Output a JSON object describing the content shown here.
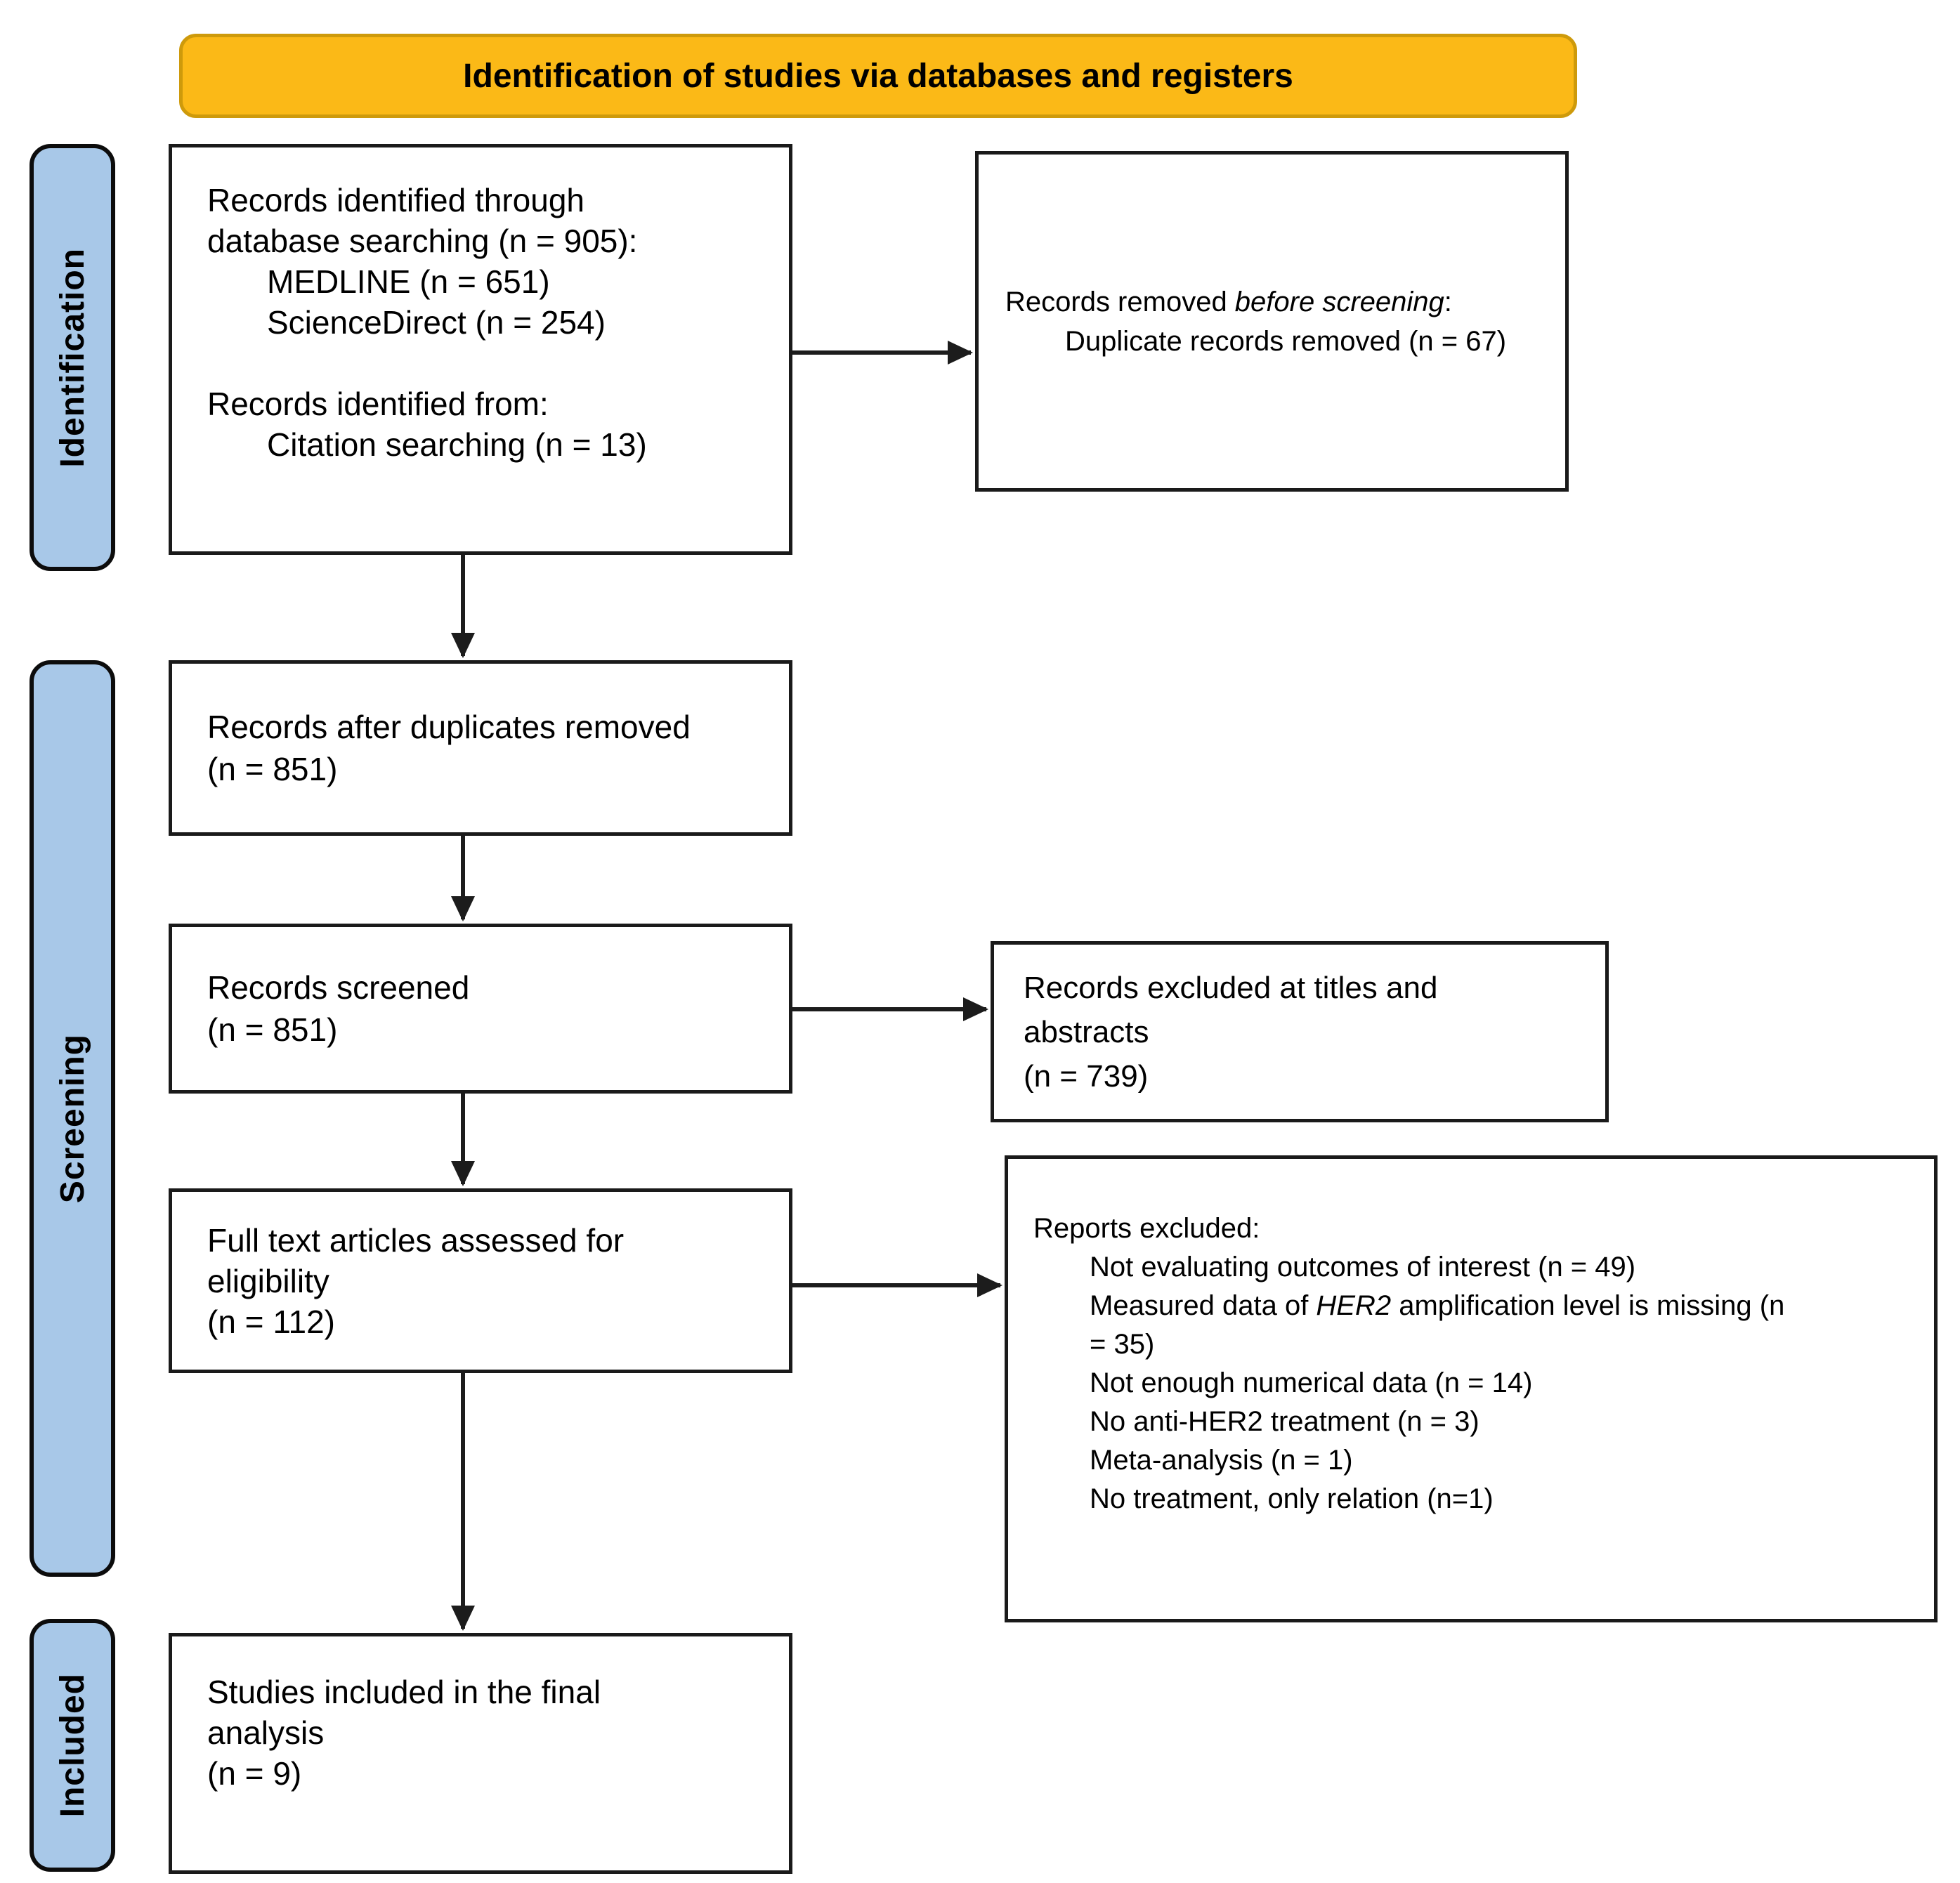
{
  "banner": {
    "title": "Identification of studies via databases and registers"
  },
  "stages": {
    "identification": "Identification",
    "screening": "Screening",
    "included": "Included"
  },
  "boxes": {
    "records_identified": {
      "line1": "Records identified through",
      "line2": "database searching (n = 905):",
      "item1": "MEDLINE (n = 651)",
      "item2": "ScienceDirect (n = 254)",
      "line3": "Records identified from:",
      "item3": "Citation searching (n = 13)"
    },
    "records_removed": {
      "lead": "Records removed ",
      "lead_italic": "before screening",
      "lead_end": ":",
      "item1": "Duplicate records removed (n = 67)"
    },
    "records_after_duplicates": {
      "line1": "Records after duplicates removed",
      "line2": "(n = 851)"
    },
    "records_screened": {
      "line1": "Records screened",
      "line2": "(n = 851)"
    },
    "records_excluded": {
      "line1": "Records excluded at titles and",
      "line2": "abstracts",
      "line3": "(n = 739)"
    },
    "full_text_assessed": {
      "line1": "Full text articles assessed for",
      "line2": "eligibility",
      "line3": "(n = 112)"
    },
    "reports_excluded": {
      "heading": "Reports excluded:",
      "item1": "Not evaluating outcomes of interest (n = 49)",
      "item2_pre": "Measured data of ",
      "item2_italic": "HER2",
      "item2_post": " amplification level is missing (n",
      "item2_cont": "= 35)",
      "item3": "Not enough numerical data (n = 14)",
      "item4": "No anti-HER2 treatment (n = 3)",
      "item5": "Meta-analysis (n = 1)",
      "item6": "No treatment, only relation (n=1)"
    },
    "studies_included": {
      "line1": "Studies included in the final",
      "line2": "analysis",
      "line3": "(n = 9)"
    }
  },
  "colors": {
    "banner_fill": "#FBB917",
    "banner_border": "#CE9A0B",
    "stage_fill": "#A8C8E8",
    "box_border": "#1A1A1A"
  }
}
